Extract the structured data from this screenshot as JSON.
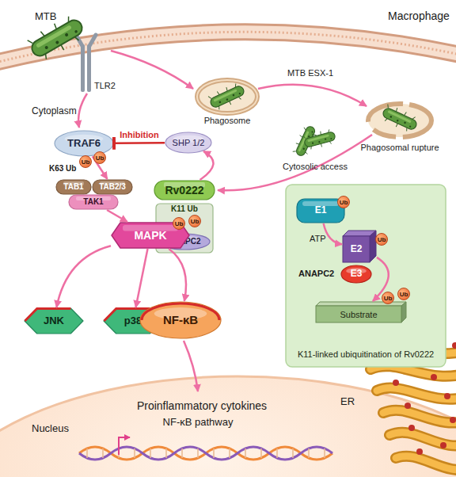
{
  "diagram": {
    "nodes": [
      {
        "text": [
          "TRAF6"
        ]
      },
      {
        "text": [
          "SHP 1/2"
        ]
      },
      {
        "text": [
          "TAB1"
        ]
      },
      {
        "text": [
          "TAB2/3"
        ]
      },
      {
        "text": [
          "TAK1"
        ]
      },
      {
        "text": [
          "Rv0222"
        ]
      },
      {
        "text": [
          "K11 Ub"
        ]
      },
      {
        "text": [
          "ANAPC2"
        ],
        "in": 6
      },
      {
        "text": [
          "MAPK"
        ]
      },
      {
        "text": [
          "JNK"
        ]
      },
      {
        "text": [
          "p38"
        ]
      },
      {
        "text": [
          "NF-κB"
        ]
      },
      {
        "text": [
          "K11-linked ubiquitination of Rv0222"
        ]
      },
      {
        "text": [
          "E1"
        ],
        "in": 12
      },
      {
        "text": [
          "E2"
        ],
        "in": 12
      },
      {
        "text": [
          "E3"
        ],
        "in": 12
      },
      {
        "text": [
          "Substrate"
        ],
        "in": 12
      }
    ],
    "edges": [
      {
        "from": 1,
        "to": 0,
        "arrow": "to",
        "label": "Inhibition"
      },
      {
        "from": 5,
        "to": 1,
        "arrow": "to"
      },
      {
        "from": 0,
        "to": 3,
        "arrow": "to"
      },
      {
        "from": 4,
        "to": 8,
        "arrow": "to"
      },
      {
        "from": 8,
        "to": 9,
        "arrow": "to"
      },
      {
        "from": 8,
        "to": 10,
        "arrow": "to"
      },
      {
        "from": 8,
        "to": 11,
        "arrow": "to"
      },
      {
        "from": 13,
        "to": 14,
        "arrow": "to",
        "label": "ATP"
      },
      {
        "from": 14,
        "to": 16,
        "arrow": "to"
      }
    ],
    "labels": [
      "MTB",
      "Macrophage",
      "Cytoplasm",
      "TLR2",
      "Phagosome",
      "MTB ESX-1",
      "Phagosomal rupture",
      "Cytosolic access",
      "K63 Ub",
      "Ub",
      "Ub",
      "Ub",
      "Ub",
      "Ub",
      "Ub",
      "Ub",
      "Ub",
      "ANAPC2",
      "Nucleus",
      "Proinflammatory cytokines",
      "NF-κB pathway",
      "ER"
    ]
  }
}
